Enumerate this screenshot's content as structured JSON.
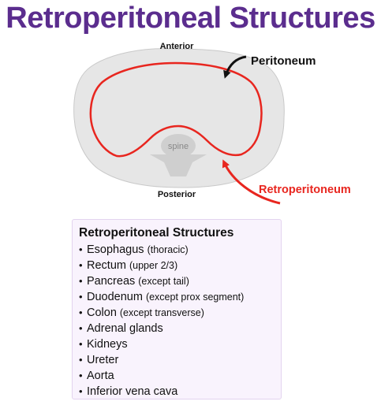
{
  "title": "Retroperitoneal Structures",
  "diagram": {
    "labels": {
      "anterior": "Anterior",
      "posterior": "Posterior",
      "spine": "spine",
      "peritoneum": "Peritoneum",
      "retroperitoneum": "Retroperitoneum"
    },
    "colors": {
      "title": "#5b2d8e",
      "peritoneum_line": "#e8261f",
      "retroperitoneum_label": "#e8261f",
      "body_fill": "#e6e6e6",
      "spine_fill": "#cccccc"
    }
  },
  "card": {
    "title": "Retroperitoneal Structures",
    "items": [
      {
        "label": "Esophagus",
        "note": "(thoracic)"
      },
      {
        "label": "Rectum",
        "note": "(upper 2/3)"
      },
      {
        "label": "Pancreas",
        "note": "(except tail)"
      },
      {
        "label": "Duodenum",
        "note": "(except prox segment)"
      },
      {
        "label": "Colon",
        "note": "(except transverse)"
      },
      {
        "label": "Adrenal glands",
        "note": ""
      },
      {
        "label": "Kidneys",
        "note": ""
      },
      {
        "label": "Ureter",
        "note": ""
      },
      {
        "label": "Aorta",
        "note": ""
      },
      {
        "label": "Inferior vena cava",
        "note": ""
      }
    ]
  }
}
